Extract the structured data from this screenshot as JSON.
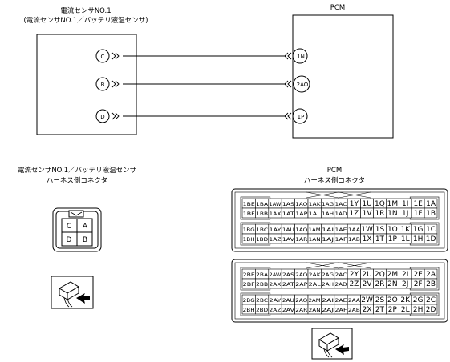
{
  "sensor": {
    "title1": "電流センサNO.1",
    "title2": "(電流センサNO.1／バッテリ液温センサ)",
    "pins": [
      "C",
      "B",
      "D"
    ]
  },
  "pcm": {
    "title": "PCM",
    "pins": [
      "1N",
      "2AO",
      "1P"
    ]
  },
  "sensor_connector": {
    "title1": "電流センサNO.1／バッテリ液温センサ",
    "title2": "ハーネス側コネクタ",
    "cells": [
      [
        "C",
        "A"
      ],
      [
        "D",
        "B"
      ]
    ]
  },
  "pcm_connector": {
    "title1": "PCM",
    "title2": "ハーネス側コネクタ",
    "blocks": [
      {
        "rows": [
          [
            "1BE",
            "1BA",
            "1AW",
            "1AS",
            "1AO",
            "1AK",
            "1AG",
            "1AC",
            "1Y",
            "1U",
            "1Q",
            "1M",
            "1I",
            "1E",
            "1A"
          ],
          [
            "1BF",
            "1BB",
            "1AX",
            "1AT",
            "1AP",
            "1AL",
            "1AH",
            "1AD",
            "1Z",
            "1V",
            "1R",
            "1N",
            "1J",
            "1F",
            "1B"
          ],
          [
            "1BG",
            "1BC",
            "1AY",
            "1AU",
            "1AQ",
            "1AM",
            "1AI",
            "1AE",
            "1AA",
            "1W",
            "1S",
            "1O",
            "1K",
            "1G",
            "1C"
          ],
          [
            "1BH",
            "1BD",
            "1AZ",
            "1AV",
            "1AR",
            "1AN",
            "1AJ",
            "1AF",
            "1AB",
            "1X",
            "1T",
            "1P",
            "1L",
            "1H",
            "1D"
          ]
        ]
      },
      {
        "rows": [
          [
            "2BE",
            "2BA",
            "2AW",
            "2AS",
            "2AO",
            "2AK",
            "2AG",
            "2AC",
            "2Y",
            "2U",
            "2Q",
            "2M",
            "2I",
            "2E",
            "2A"
          ],
          [
            "2BF",
            "2BB",
            "2AX",
            "2AT",
            "2AP",
            "2AL",
            "2AH",
            "2AD",
            "2Z",
            "2V",
            "2R",
            "2N",
            "2J",
            "2F",
            "2B"
          ],
          [
            "2BG",
            "2BC",
            "2AY",
            "2AU",
            "2AQ",
            "2AM",
            "2AI",
            "2AE",
            "2AA",
            "2W",
            "2S",
            "2O",
            "2K",
            "2G",
            "2C"
          ],
          [
            "2BH",
            "2BD",
            "2AZ",
            "2AV",
            "2AR",
            "2AN",
            "2AJ",
            "2AF",
            "2AB",
            "2X",
            "2T",
            "2P",
            "2L",
            "2H",
            "2D"
          ]
        ]
      }
    ]
  }
}
